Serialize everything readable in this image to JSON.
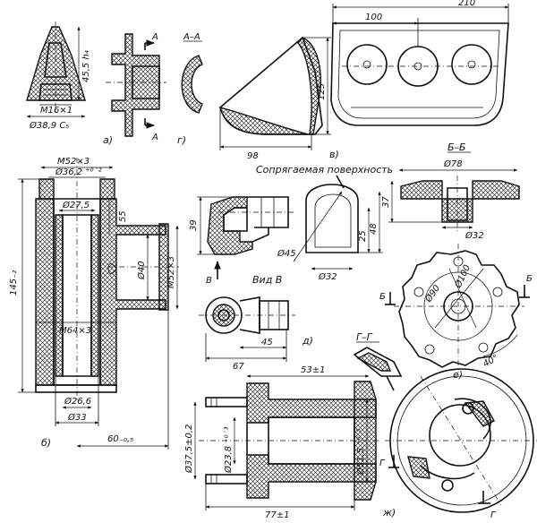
{
  "figure": {
    "views": {
      "a": {
        "label": "а)",
        "dims": [
          "45,5 h₄",
          "M16×1",
          "Ø38,9 C₅"
        ]
      },
      "g": {
        "label": "г)",
        "section_marks": [
          "A",
          "A"
        ],
        "section_title": "A–A"
      },
      "v": {
        "label": "в)",
        "dims": [
          "210",
          "100",
          "125",
          "98"
        ]
      },
      "b": {
        "label": "б)",
        "dims": [
          "M52×3",
          "Ø36,2 ⁺⁰˙²",
          "Ø27,5",
          "55",
          "145₋₂",
          "Ø40",
          "M52×3",
          "M64×3",
          "Ø26,6",
          "Ø33",
          "60₋₀,₅"
        ]
      },
      "d": {
        "label": "д)",
        "mating_surface": "Сопрягаемая поверхность",
        "arrow_label": "В",
        "view_title": "Вид В",
        "dims": [
          "39",
          "Ø45",
          "25",
          "48",
          "Ø32",
          "45",
          "67"
        ]
      },
      "e": {
        "label": "е)",
        "section_title": "Б–Б",
        "section_marks": [
          "Б",
          "Б"
        ],
        "dims": [
          "Ø78",
          "37",
          "Ø32",
          "Ø90",
          "Ø100",
          "40°"
        ]
      },
      "zh": {
        "label": "ж)",
        "section_title": "Г–Г",
        "section_marks": [
          "Г",
          "Г"
        ],
        "dims": [
          "53±1",
          "Ø37,5±0,2",
          "Ø23,8 ⁺⁰˙³",
          "Ø51,5 ⁺⁰˙⁵",
          "77±1"
        ]
      }
    }
  }
}
